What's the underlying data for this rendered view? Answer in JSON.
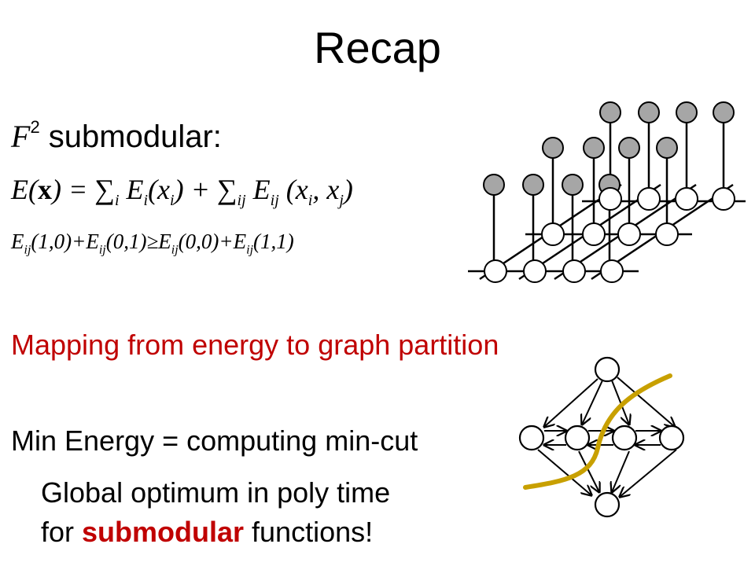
{
  "slide": {
    "title": "Recap",
    "heading_F": "F",
    "heading_sup": "2",
    "heading_rest": " submodular:",
    "energy_formula": {
      "p1": "E(",
      "x": "x",
      "p2": ") = ∑",
      "s1": "i",
      "p3": " E",
      "s2": "i",
      "p4": "(x",
      "s3": "i",
      "p5": ") + ∑",
      "s4": "ij",
      "p6": " E",
      "s5": "ij",
      "p7": " (x",
      "s6": "i",
      "p8": ", x",
      "s7": "j",
      "p9": ")"
    },
    "inequality": {
      "a": "E",
      "sa": "ij",
      "b": "(1,0)+E",
      "sb": "ij",
      "c": "(0,1)≥E",
      "sc": "ij",
      "d": "(0,0)+E",
      "sd": "ij",
      "e": "(1,1)"
    },
    "mapping_text": "Mapping from energy to graph partition",
    "min_energy_a": "Min Energy = ",
    "min_energy_b": "computing min-cut",
    "global_line1": "Global optimum in poly time",
    "global_line2_a": "for ",
    "global_line2_highlight": "submodular",
    "global_line2_b": " functions!"
  },
  "colors": {
    "red": "#c00000",
    "gray_node": "#a6a6a6",
    "cut_curve": "#c8a000"
  },
  "icons": [
    "grid-mrf-graph",
    "st-cut-graph"
  ]
}
